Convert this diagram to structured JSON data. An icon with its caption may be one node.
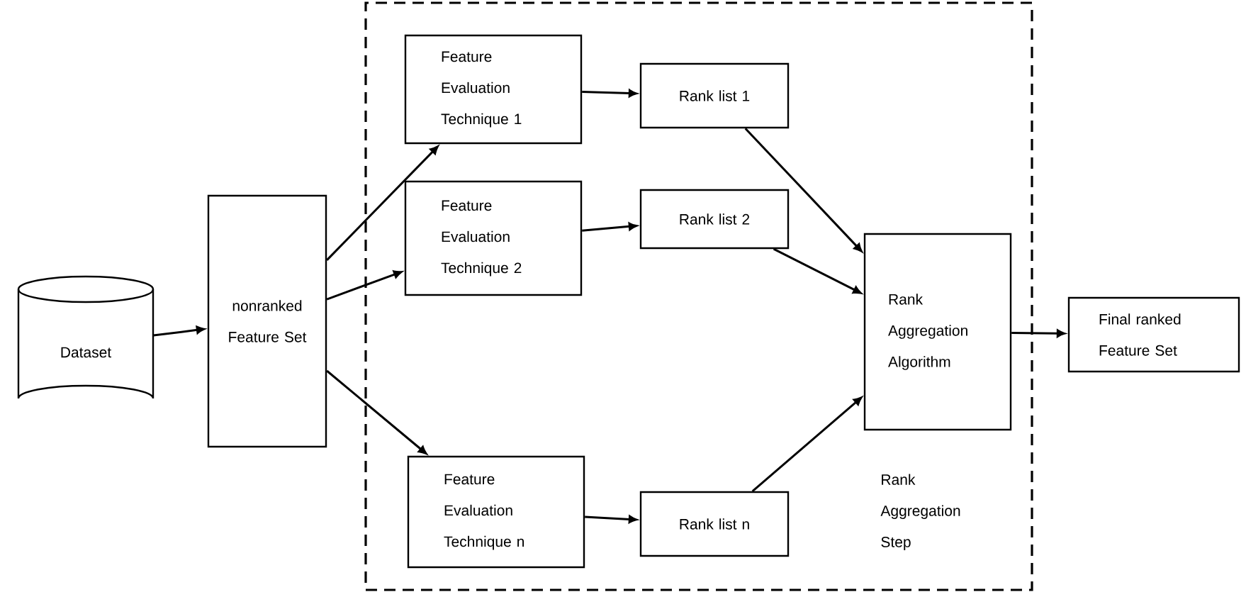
{
  "diagram": {
    "nodes": [
      {
        "text": [
          "Dataset"
        ]
      },
      {
        "text": [
          "nonranked Feature Set"
        ]
      },
      {
        "text": [
          "Rank Aggregation Step"
        ]
      },
      {
        "text": [
          "Feature Evaluation Technique 1"
        ],
        "in": 2
      },
      {
        "text": [
          "Rank list 1"
        ],
        "in": 2
      },
      {
        "text": [
          "Feature Evaluation Technique 2"
        ],
        "in": 2
      },
      {
        "text": [
          "Rank list 2"
        ],
        "in": 2
      },
      {
        "text": [
          "Feature Evaluation Technique n"
        ],
        "in": 2
      },
      {
        "text": [
          "Rank list n"
        ],
        "in": 2
      },
      {
        "text": [
          "Rank Aggregation Algorithm"
        ],
        "in": 2
      },
      {
        "text": [
          "Final ranked Feature Set"
        ]
      }
    ],
    "edges": [
      {
        "from": 0,
        "to": 1,
        "arrow": "to"
      },
      {
        "from": 1,
        "to": 3,
        "arrow": "to"
      },
      {
        "from": 1,
        "to": 5,
        "arrow": "to"
      },
      {
        "from": 1,
        "to": 7,
        "arrow": "to"
      },
      {
        "from": 3,
        "to": 4,
        "arrow": "to"
      },
      {
        "from": 5,
        "to": 6,
        "arrow": "to"
      },
      {
        "from": 7,
        "to": 8,
        "arrow": "to"
      },
      {
        "from": 4,
        "to": 9,
        "arrow": "to"
      },
      {
        "from": 6,
        "to": 9,
        "arrow": "to"
      },
      {
        "from": 8,
        "to": 9,
        "arrow": "to"
      },
      {
        "from": 9,
        "to": 10,
        "arrow": "to"
      }
    ]
  }
}
